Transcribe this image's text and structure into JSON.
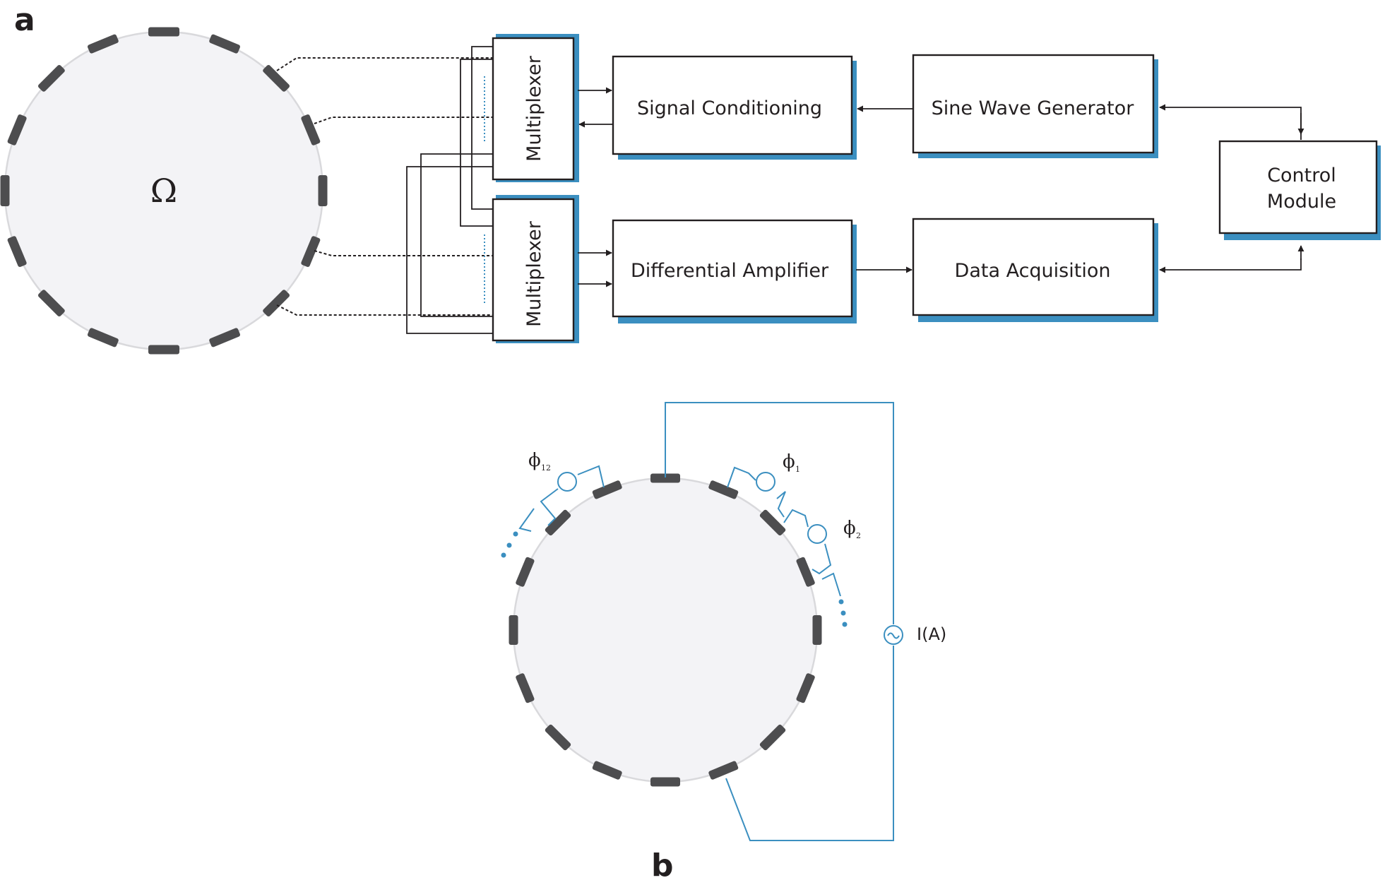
{
  "panel_a": {
    "letter": "a",
    "domain_symbol": "Ω",
    "multiplexer_top": "Multiplexer",
    "multiplexer_bottom": "Multiplexer",
    "signal_conditioning": "Signal Conditioning",
    "sine_wave_generator": "Sine Wave Generator",
    "control_module_line1": "Control",
    "control_module_line2": "Module",
    "differential_amplifier": "Differential Amplifier",
    "data_acquisition": "Data Acquisition"
  },
  "panel_b": {
    "letter": "b",
    "phi_12": "ϕ",
    "phi_12_sub": "12",
    "phi_1": "ϕ",
    "phi_1_sub": "1",
    "phi_2": "ϕ",
    "phi_2_sub": "2",
    "current_label": "I(A)"
  },
  "colors": {
    "accent_blue": "#3b8fc0",
    "electrode": "#4d4d4f",
    "domain_fill": "#f3f3f6"
  }
}
